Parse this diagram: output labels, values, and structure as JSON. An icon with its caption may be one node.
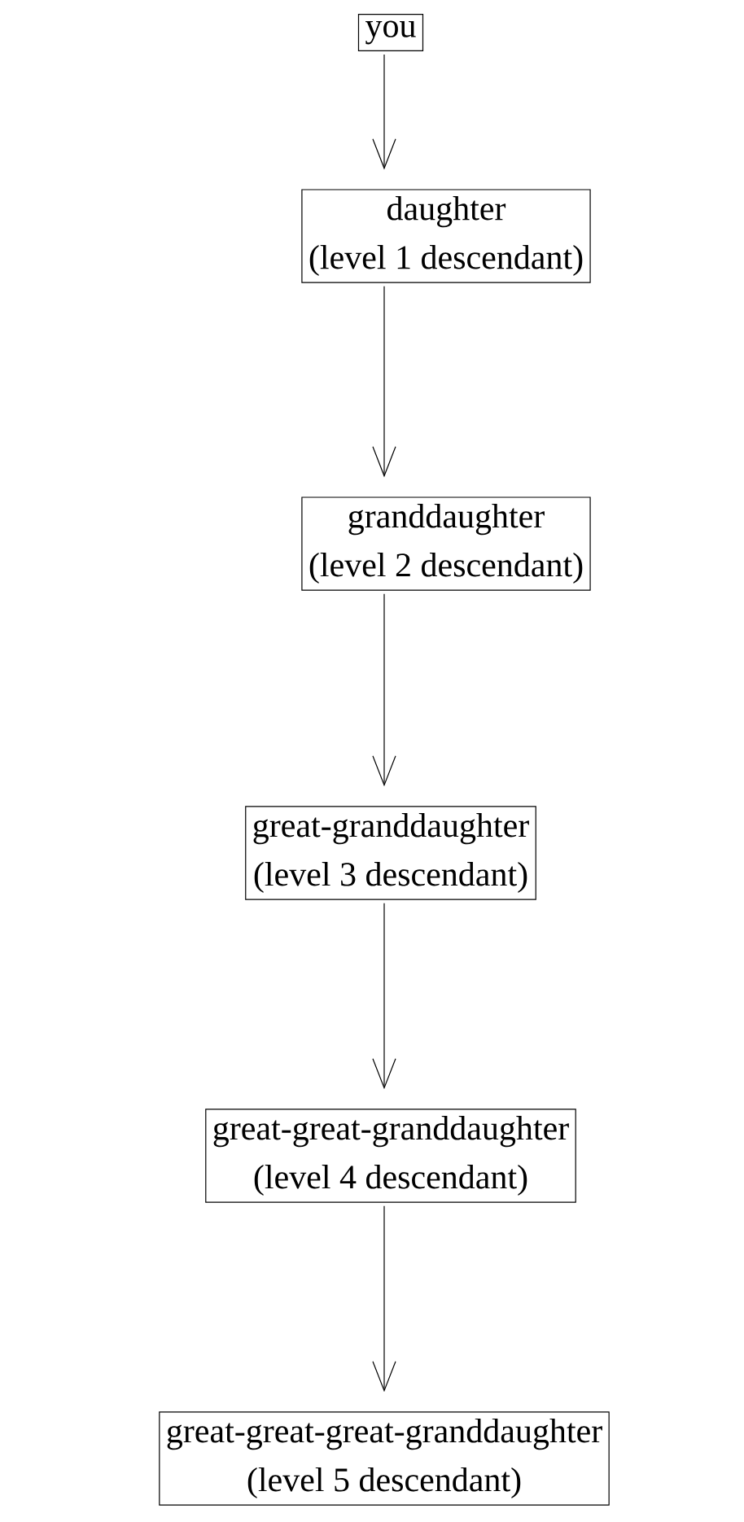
{
  "diagram": {
    "nodes": [
      {
        "text": [
          "you"
        ]
      },
      {
        "text": [
          "daughter",
          "(level 1 descendant)"
        ]
      },
      {
        "text": [
          "granddaughter",
          "(level 2 descendant)"
        ]
      },
      {
        "text": [
          "great-granddaughter",
          "(level 3 descendant)"
        ]
      },
      {
        "text": [
          "great-great-granddaughter",
          "(level 4 descendant)"
        ]
      },
      {
        "text": [
          "great-great-great-granddaughter",
          "(level 5 descendant)"
        ]
      }
    ],
    "edges": [
      {
        "from": 0,
        "to": 1,
        "arrow": "to"
      },
      {
        "from": 1,
        "to": 2,
        "arrow": "to"
      },
      {
        "from": 2,
        "to": 3,
        "arrow": "to"
      },
      {
        "from": 3,
        "to": 4,
        "arrow": "to"
      },
      {
        "from": 4,
        "to": 5,
        "arrow": "to"
      }
    ]
  }
}
